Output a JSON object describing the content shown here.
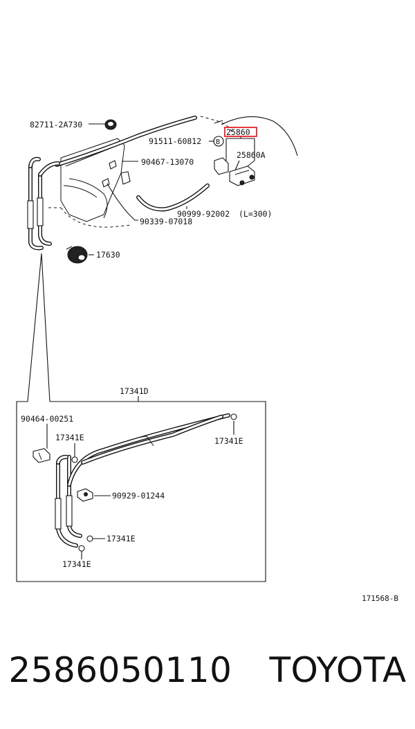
{
  "diagram": {
    "labels": {
      "p82711": "82711-2A730",
      "p25860": "25860",
      "p91511": "91511-60812",
      "circle_b": "B",
      "p25860A": "25860A",
      "p90467": "90467-13070",
      "p90999": "90999-92002",
      "len300": "(L=300)",
      "p90339": "90339-07018",
      "p17630": "17630",
      "p17341D": "17341D",
      "p90464": "90464-00251",
      "p17341E_a": "17341E",
      "p17341E_b": "17341E",
      "p90929": "90929-01244",
      "p17341E_c": "17341E",
      "p17341E_d": "17341E",
      "ref_code": "171568-B"
    },
    "highlight_color": "#e8202a"
  },
  "footer": {
    "part_number": "2586050110",
    "brand": "TOYOTA"
  }
}
